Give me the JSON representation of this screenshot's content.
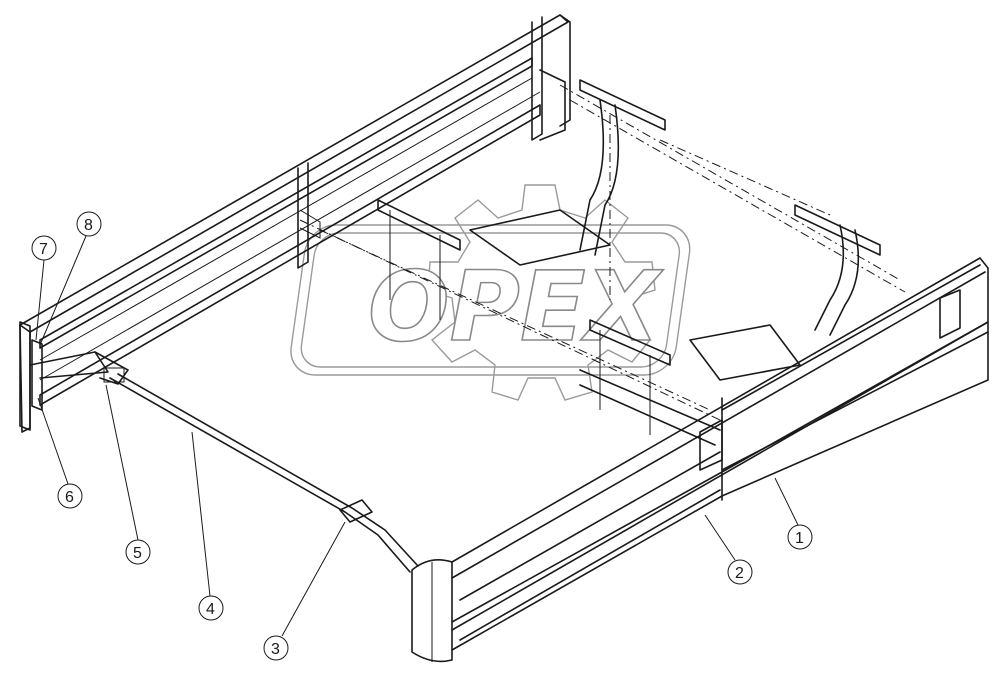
{
  "watermark": {
    "text": "OPEX",
    "gear_icon": "gear-icon"
  },
  "callouts": [
    {
      "id": "1",
      "label": "1"
    },
    {
      "id": "2",
      "label": "2"
    },
    {
      "id": "3",
      "label": "3"
    },
    {
      "id": "4",
      "label": "4"
    },
    {
      "id": "5",
      "label": "5"
    },
    {
      "id": "6",
      "label": "6"
    },
    {
      "id": "7",
      "label": "7"
    },
    {
      "id": "8",
      "label": "8"
    }
  ]
}
